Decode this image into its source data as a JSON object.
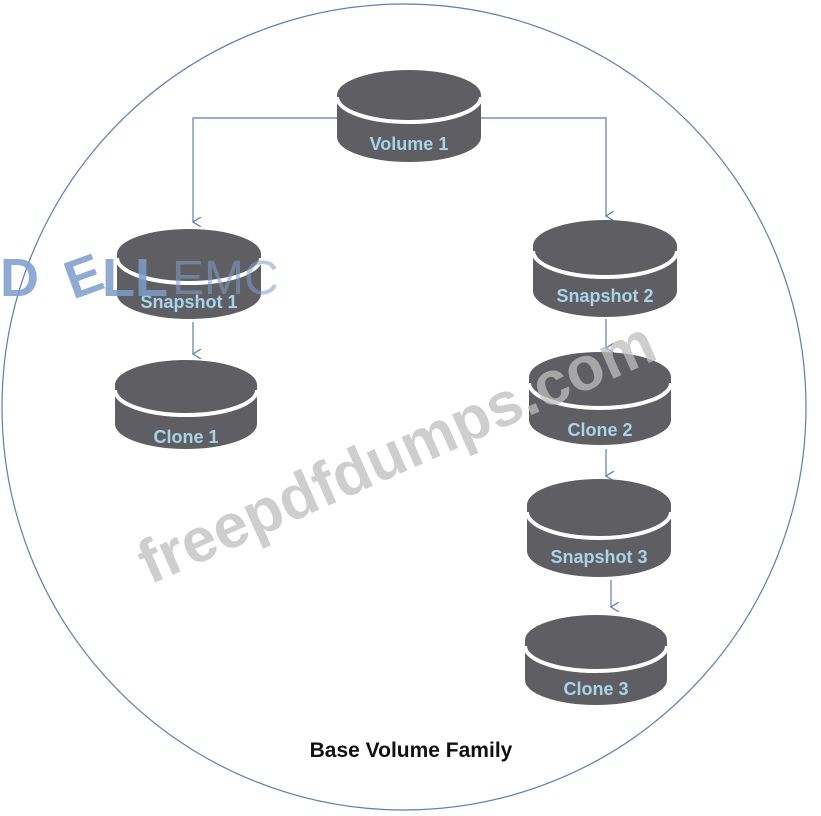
{
  "diagram": {
    "caption": "Base Volume Family",
    "nodes": [
      {
        "id": "volume1",
        "label": "Volume 1"
      },
      {
        "id": "snapshot1",
        "label": "Snapshot 1"
      },
      {
        "id": "clone1",
        "label": "Clone 1"
      },
      {
        "id": "snapshot2",
        "label": "Snapshot 2"
      },
      {
        "id": "clone2",
        "label": "Clone 2"
      },
      {
        "id": "snapshot3",
        "label": "Snapshot 3"
      },
      {
        "id": "clone3",
        "label": "Clone 3"
      }
    ],
    "edges": [
      {
        "from": "volume1",
        "to": "snapshot1"
      },
      {
        "from": "volume1",
        "to": "snapshot2"
      },
      {
        "from": "snapshot1",
        "to": "clone1"
      },
      {
        "from": "snapshot2",
        "to": "clone2"
      },
      {
        "from": "clone2",
        "to": "snapshot3"
      },
      {
        "from": "snapshot3",
        "to": "clone3"
      }
    ]
  },
  "watermarks": {
    "logo_left": "D",
    "logo_e": "E",
    "logo_right": "LL",
    "logo_brand": "EMC",
    "site": "freepdfdumps.com"
  },
  "colors": {
    "disk_fill": "#5f5f63",
    "disk_stripe": "#ffffff",
    "label": "#a9d3ea",
    "outline": "#5b7fae",
    "arrow": "#5b7fae",
    "watermark": "#c8c8c8",
    "logo": "#7b9ccb"
  }
}
